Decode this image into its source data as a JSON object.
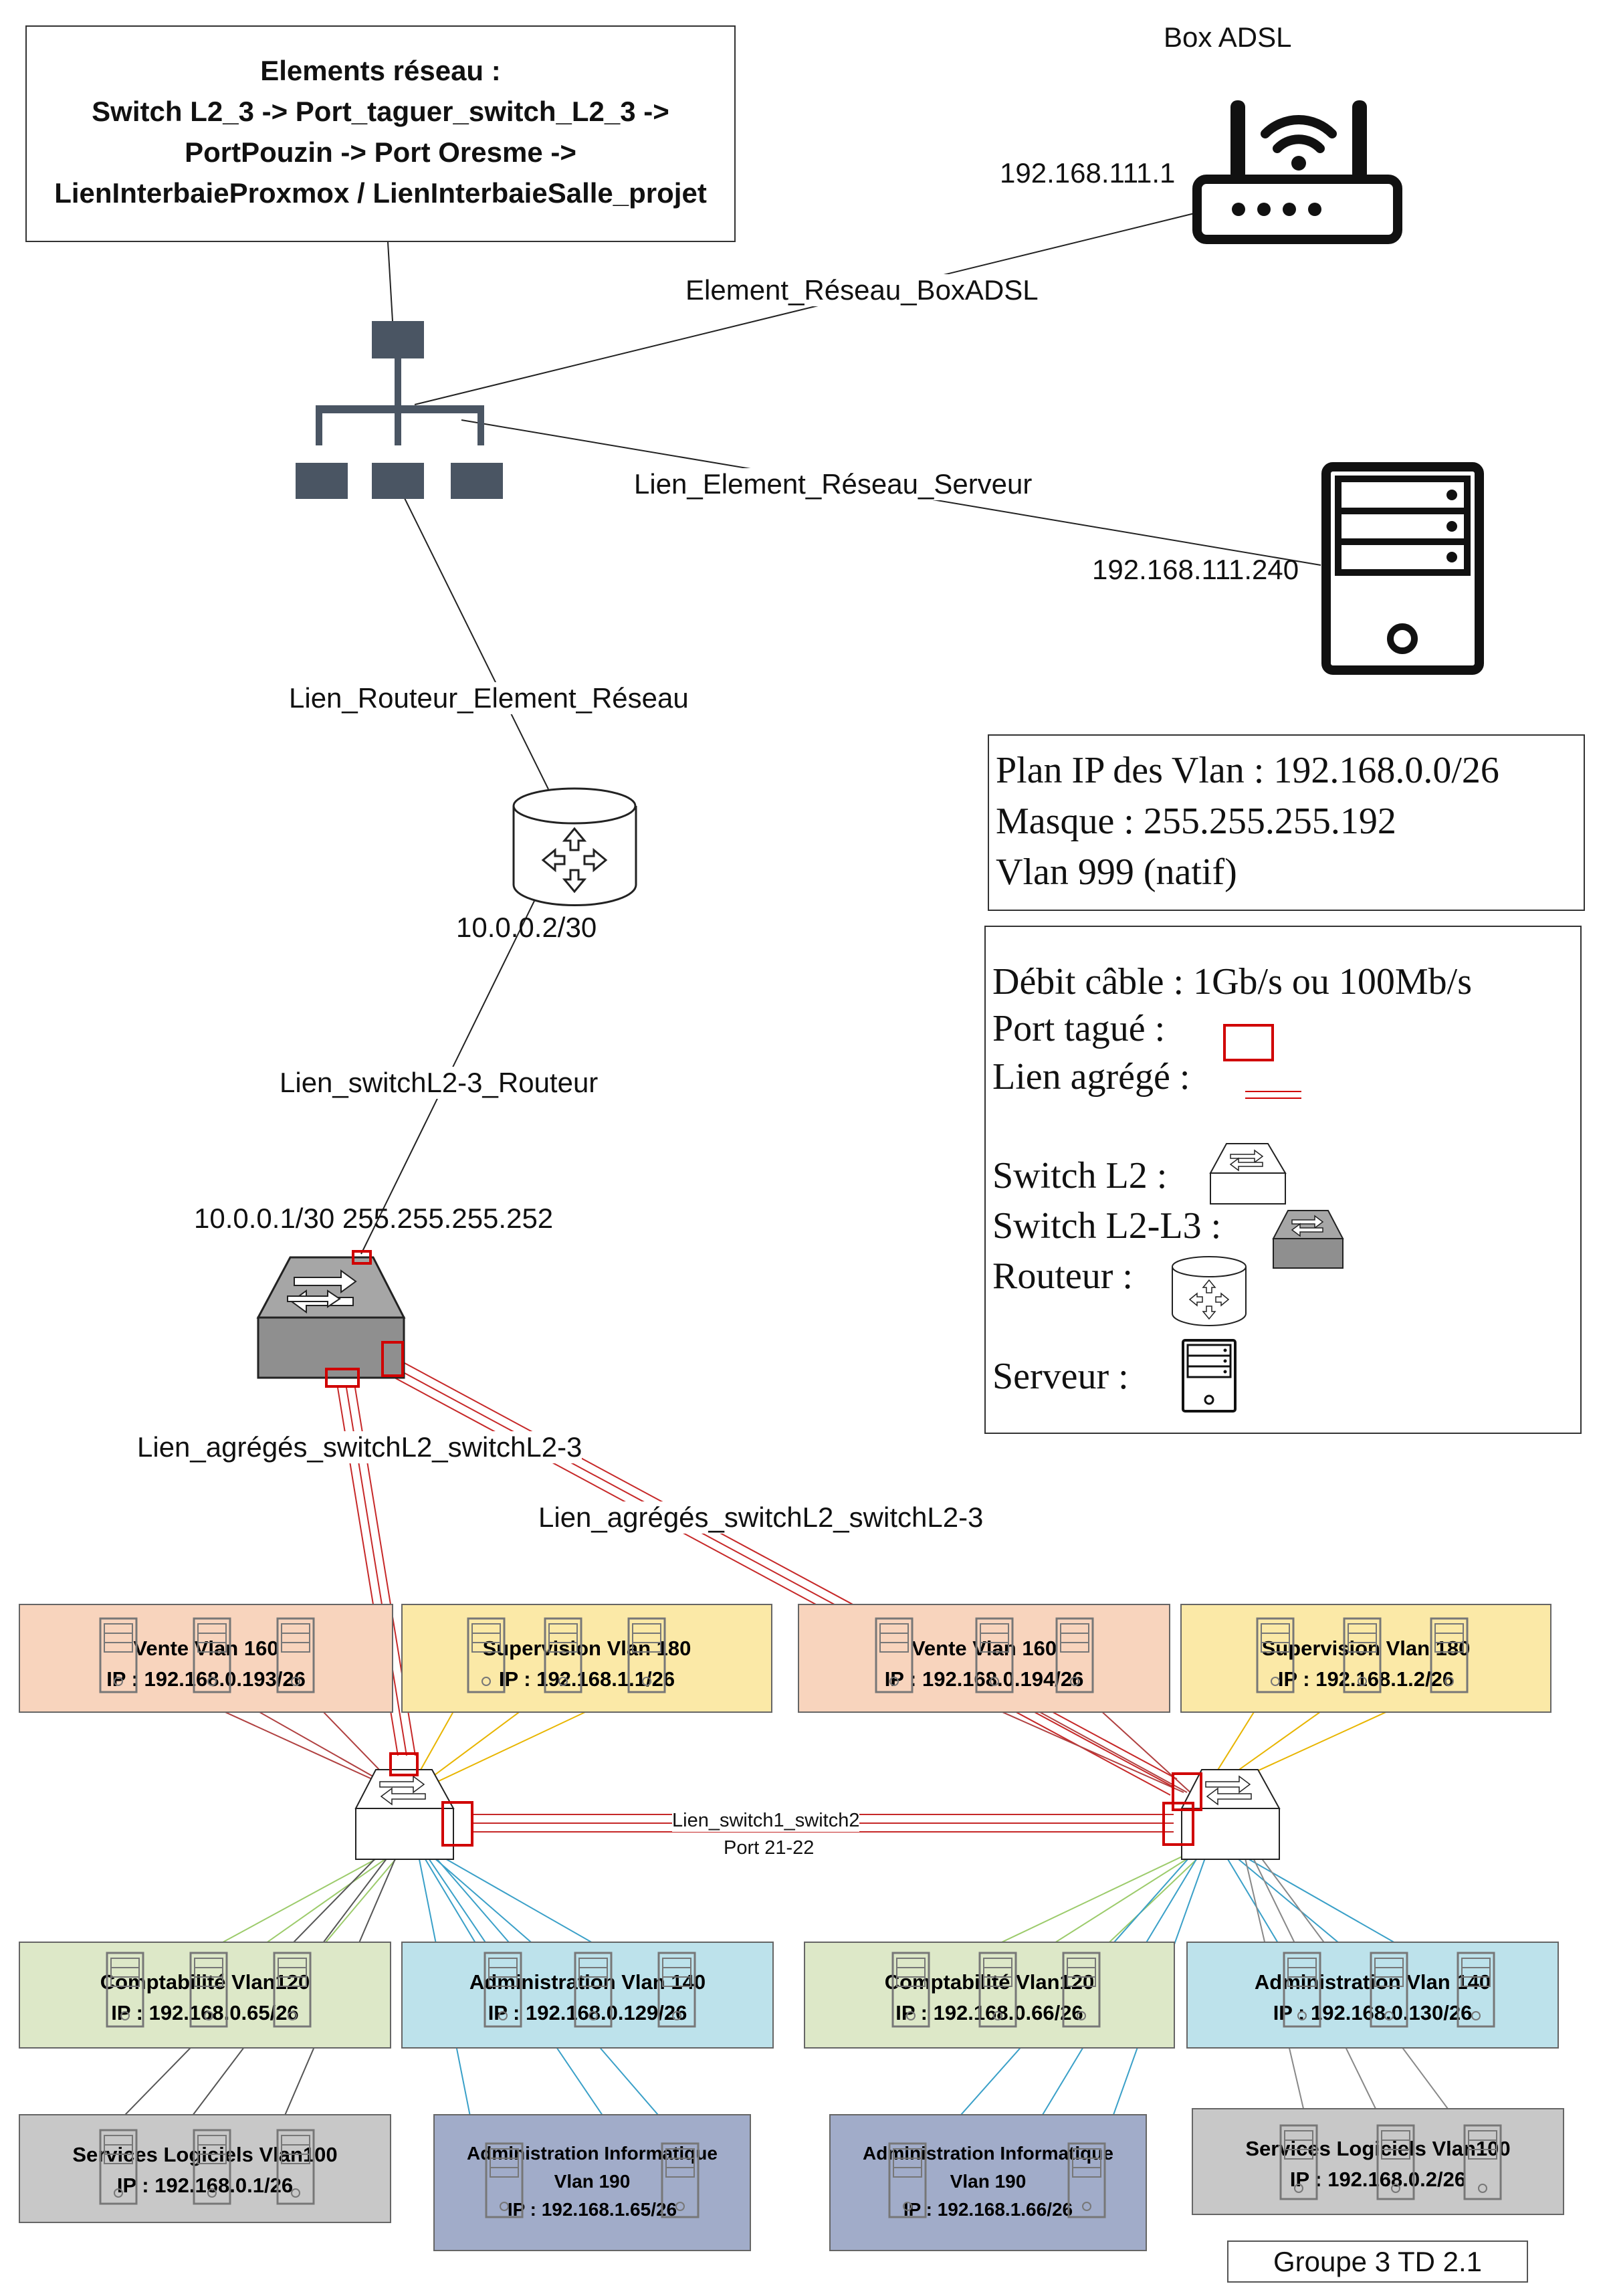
{
  "elements_box": {
    "lines": [
      "Elements réseau :",
      "Switch L2_3 -> Port_taguer_switch_L2_3  ->",
      "PortPouzin -> Port Oresme ->",
      "LienInterbaieProxmox / LienInterbaieSalle_projet"
    ]
  },
  "box_adsl": {
    "title": "Box ADSL",
    "ip": "192.168.111.1"
  },
  "server": {
    "ip": "192.168.111.240"
  },
  "links": {
    "box": "Element_Réseau_BoxADSL",
    "server": "Lien_Element_Réseau_Serveur",
    "router": "Lien_Routeur_Element_Réseau",
    "switch_router": "Lien_switchL2-3_Routeur",
    "agg_left": "Lien_agrégés_switchL2_switchL2-3",
    "agg_right": "Lien_agrégés_switchL2_switchL2-3",
    "switch1_switch2": "Lien_switch1_switch2",
    "port": "Port 21-22"
  },
  "router": {
    "ip": "10.0.0.2/30"
  },
  "core_switch": {
    "ip": "10.0.0.1/30 255.255.255.252"
  },
  "ip_plan": {
    "lines": [
      "Plan IP des Vlan : 192.168.0.0/26",
      "Masque : 255.255.255.192",
      "Vlan 999 (natif)"
    ]
  },
  "legend": {
    "debit": "Débit câble : 1Gb/s ou 100Mb/s",
    "port_tague": "Port tagué :",
    "lien_agrege": "Lien agrégé :",
    "switch_l2": "Switch L2 :",
    "switch_l2l3": "Switch L2-L3 :",
    "routeur": "Routeur :",
    "serveur": "Serveur :"
  },
  "vlans": [
    {
      "name": "Vente Vlan 160",
      "ip": "IP : 192.168.0.193/26"
    },
    {
      "name": "Supervision Vlan 180",
      "ip": "IP : 192.168.1.1/26"
    },
    {
      "name": "Vente Vlan 160",
      "ip": "IP : 192.168.0.194/26"
    },
    {
      "name": "Supervision Vlan 180",
      "ip": "IP : 192.168.1.2/26"
    },
    {
      "name": "Comptabilité Vlan120",
      "ip": "IP : 192.168.0.65/26"
    },
    {
      "name": "Administration Vlan 140",
      "ip": "IP : 192.168.0.129/26"
    },
    {
      "name": "Comptabilité Vlan120",
      "ip": "IP : 192.168.0.66/26"
    },
    {
      "name": "Administration Vlan 140",
      "ip": "IP : 192.168.0.130/26"
    },
    {
      "name": "Services Logiciels Vlan100",
      "ip": "IP : 192.168.0.1/26"
    },
    {
      "name": "Administration Informatique",
      "name2": "Vlan 190",
      "ip": "IP : 192.168.1.65/26"
    },
    {
      "name": "Administration Informatique",
      "name2": "Vlan 190",
      "ip": "IP : 192.168.1.66/26"
    },
    {
      "name": "Services Logiciels Vlan100",
      "ip": "IP : 192.168.0.2/26"
    }
  ],
  "footer": "Groupe 3 TD 2.1",
  "colors": {
    "vente": "#f8d4bd",
    "supervision": "#fbe9a7",
    "comptabilite": "#dde8c8",
    "administration": "#bde2eb",
    "services": "#c8c8c8",
    "admin_info": "#a1acc9",
    "tagged": "#d00000",
    "line_vente": "#b04040",
    "line_supervision": "#e8b500",
    "line_comptabilite": "#9ccb6b",
    "line_administration": "#3aa0c8",
    "line_services": "#555555",
    "line_admin_info": "#3aa0c8"
  },
  "icons": {
    "router": "router-icon",
    "switch_l2": "switch-l2-icon",
    "switch_l2l3": "switch-l2l3-icon",
    "server": "server-icon",
    "wifi_box": "wifi-router-icon",
    "hierarchy": "network-hierarchy-icon"
  }
}
